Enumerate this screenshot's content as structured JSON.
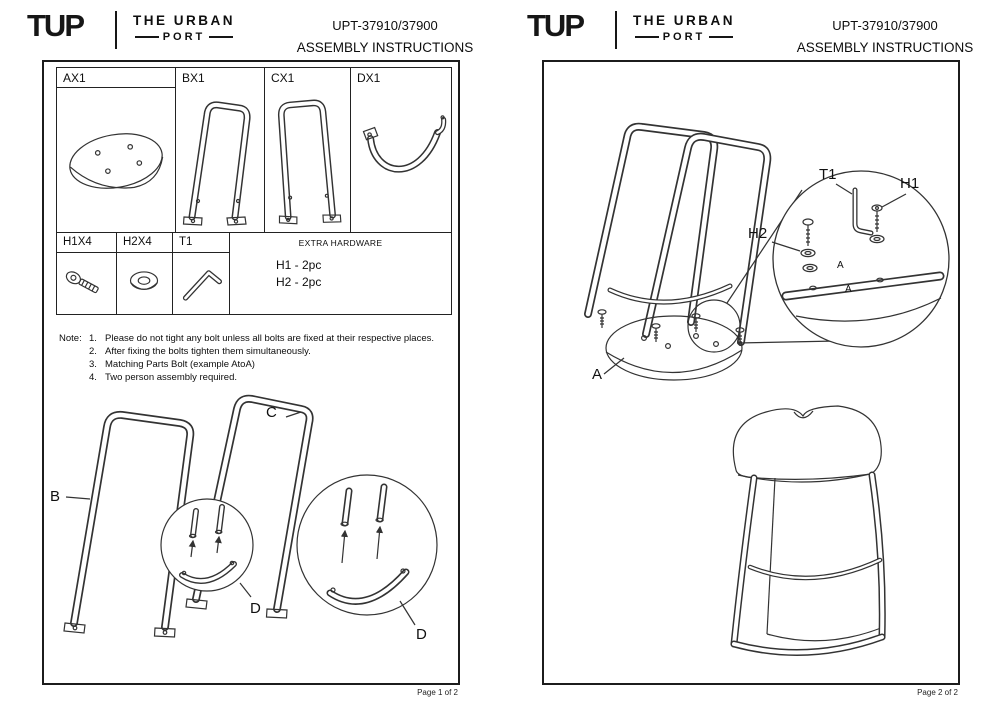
{
  "pages": [
    {
      "header": {
        "logo": "TUP",
        "brand_line1": "THE URBAN",
        "brand_line2": "PORT",
        "model": "UPT-37910/37900",
        "title": "ASSEMBLY INSTRUCTIONS"
      },
      "parts": {
        "a": "AX1",
        "b": "BX1",
        "c": "CX1",
        "d": "DX1",
        "h1": "H1X4",
        "h2": "H2X4",
        "t1": "T1",
        "extra_title": "EXTRA HARDWARE",
        "extra_line1": "H1 - 2pc",
        "extra_line2": "H2 - 2pc"
      },
      "notes": {
        "label": "Note:",
        "items": [
          {
            "num": "1.",
            "text": "Please do not tight any bolt unless all bolts are fixed at their respective places."
          },
          {
            "num": "2.",
            "text": "After fixing the bolts tighten them simultaneously."
          },
          {
            "num": "3.",
            "text": "Matching Parts Bolt (example AtoA)"
          },
          {
            "num": "4.",
            "text": "Two person assembly required."
          }
        ]
      },
      "labels": {
        "b": "B",
        "c": "C",
        "d1": "D",
        "d2": "D"
      },
      "page_number": "Page 1 of 2"
    },
    {
      "header": {
        "logo": "TUP",
        "brand_line1": "THE URBAN",
        "brand_line2": "PORT",
        "model": "UPT-37910/37900",
        "title": "ASSEMBLY INSTRUCTIONS"
      },
      "labels": {
        "t1": "T1",
        "h1": "H1",
        "h2": "H2",
        "a": "A",
        "a1": "A",
        "a2": "A"
      },
      "page_number": "Page 2 of 2"
    }
  ]
}
